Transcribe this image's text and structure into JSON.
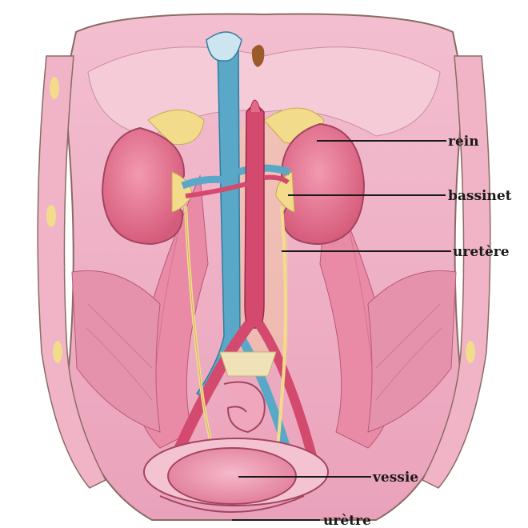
{
  "labels": {
    "rein": "rein",
    "bassinet": "bassinet",
    "uretere": "uretère",
    "vessie": "vessie",
    "uretre": "urètre"
  },
  "colors": {
    "background": "#ffffff",
    "body_outline": "#8a6a64",
    "muscle_pink": "#e98aa6",
    "muscle_light": "#f4c3d2",
    "kidney": "#e2708a",
    "vein_blue": "#5aa8c8",
    "artery_red": "#d44a6e",
    "fat_yellow": "#f2dc8c",
    "leader_line": "#1a1a1a"
  }
}
